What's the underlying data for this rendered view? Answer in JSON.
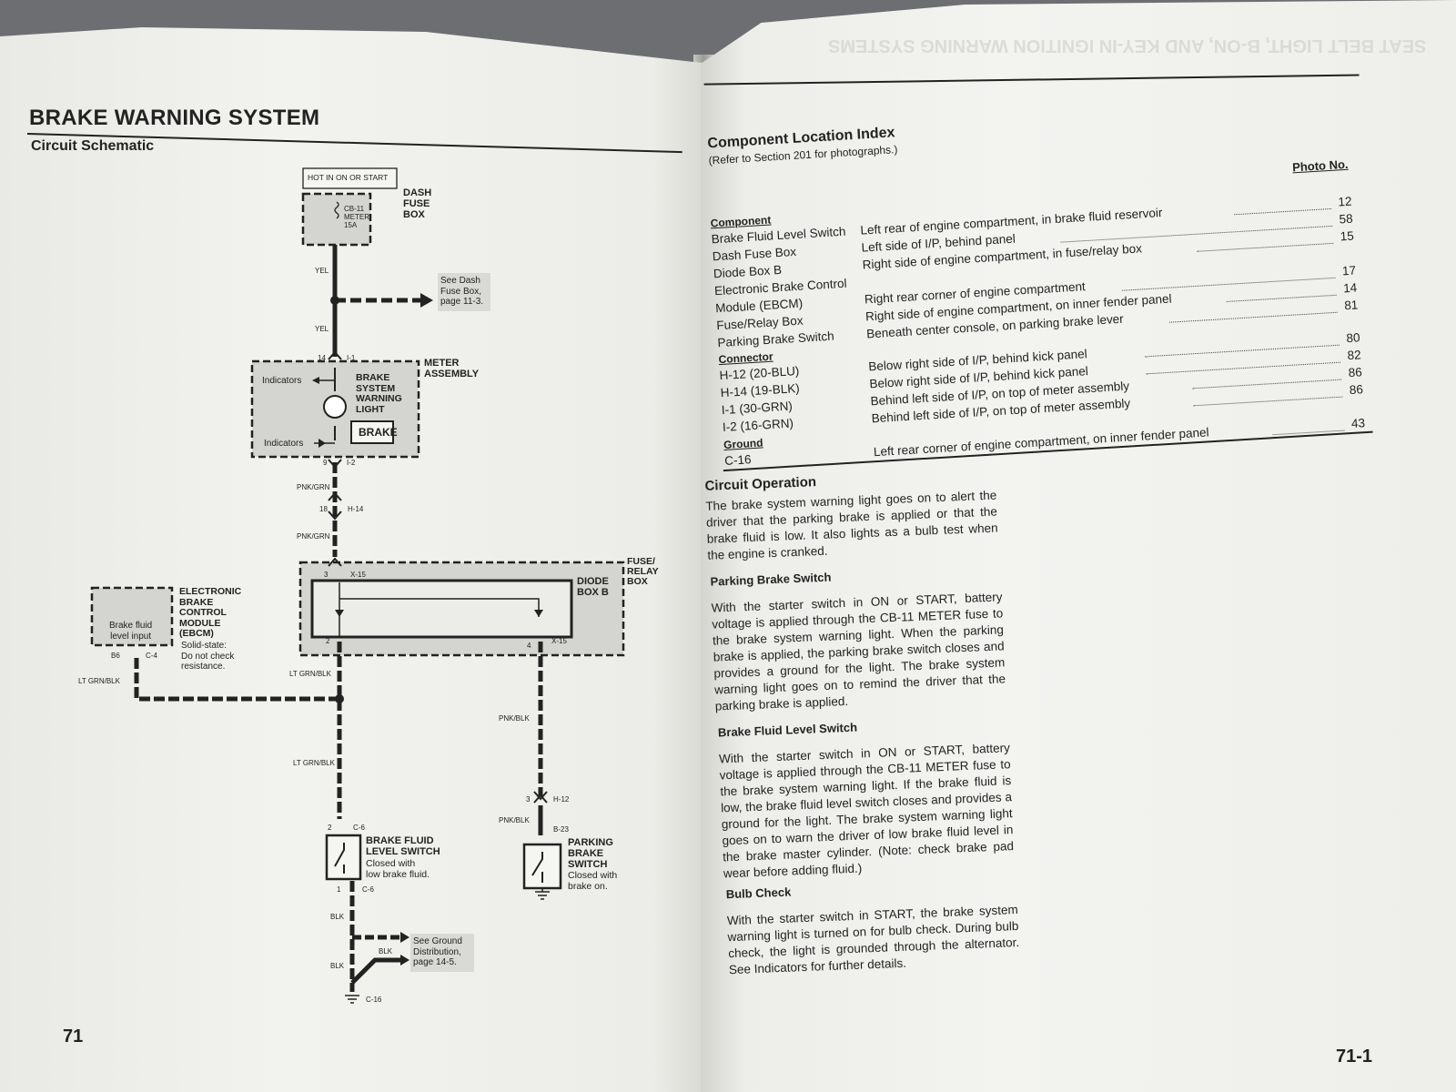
{
  "left": {
    "title": "BRAKE WARNING SYSTEM",
    "subtitle": "Circuit Schematic",
    "page_number": "71",
    "labels": {
      "hot": "HOT IN ON OR START",
      "fuse_name": "CB-11",
      "fuse_meter": "METER",
      "fuse_amp": "15A",
      "dash_fuse_box": "DASH\nFUSE\nBOX",
      "yel1": "YEL",
      "see_dash": "See Dash\nFuse Box,\npage 11-3.",
      "yel2": "YEL",
      "c14": "14",
      "ci1": "I-1",
      "meter_assembly": "METER\nASSEMBLY",
      "indicators_top": "Indicators",
      "brake_system_warning_light": "BRAKE\nSYSTEM\nWARNING\nLIGHT",
      "brake_badge": "BRAKE",
      "indicators_bottom": "Indicators",
      "c9": "9",
      "ci2": "I-2",
      "pnk_grn1": "PNK/GRN",
      "c18": "18",
      "ch14": "H-14",
      "pnk_grn2": "PNK/GRN",
      "fuse_relay_box": "FUSE/\nRELAY\nBOX",
      "c3a": "3",
      "cx15a": "X-15",
      "diode_box_b": "DIODE\nBOX B",
      "c2a": "2",
      "c4": "4",
      "cx15b": "X-15",
      "ebcm_title": "ELECTRONIC\nBRAKE\nCONTROL\nMODULE\n(EBCM)",
      "ebcm_note": "Solid-state:\nDo not check\nresistance.",
      "brake_fluid_level_input": "Brake fluid\nlevel input",
      "b6": "B6",
      "c_4": "C-4",
      "lt_grn_blk1": "LT GRN/BLK",
      "lt_grn_blk2": "LT GRN/BLK",
      "lt_grn_blk3": "LT GRN/BLK",
      "pnk_blk1": "PNK/BLK",
      "c3b": "3",
      "ch12": "H-12",
      "pnk_blk2": "PNK/BLK",
      "cb23": "B-23",
      "c2b": "2",
      "cc6a": "C-6",
      "bfls_title": "BRAKE FLUID\nLEVEL SWITCH",
      "bfls_note": "Closed with\nlow brake fluid.",
      "c1": "1",
      "cc6b": "C-6",
      "pbs_title": "PARKING\nBRAKE\nSWITCH",
      "pbs_note": "Closed with\nbrake on.",
      "blk1": "BLK",
      "blk2": "BLK",
      "blk3": "BLK",
      "see_ground": "See Ground\nDistribution,\npage 14-5.",
      "cc16": "C-16"
    }
  },
  "right": {
    "header_faint": "SEAT BELT LIGHT, B-ON, AND KEY-IN IGNITION WARNING SYSTEMS",
    "index_title": "Component Location Index",
    "index_note": "(Refer to Section 201 for photographs.)",
    "photo_header": "Photo No.",
    "component_header": "Component",
    "connector_header": "Connector",
    "ground_header": "Ground",
    "components": [
      {
        "name": "Brake Fluid Level Switch",
        "location": "Left rear of engine compartment, in brake fluid reservoir",
        "photo": "12"
      },
      {
        "name": "Dash Fuse Box",
        "location": "Left side of I/P, behind panel",
        "photo": "58"
      },
      {
        "name": "Diode Box B",
        "location": "Right side of engine compartment, in fuse/relay box",
        "photo": "15"
      },
      {
        "name": "Electronic Brake Control",
        "location": "",
        "photo": ""
      },
      {
        "name": "Module (EBCM)",
        "location": "Right rear corner of engine compartment",
        "photo": "17"
      },
      {
        "name": "Fuse/Relay Box",
        "location": "Right side of engine compartment, on inner fender panel",
        "photo": "14"
      },
      {
        "name": "Parking Brake Switch",
        "location": "Beneath center console, on parking brake lever",
        "photo": "81"
      }
    ],
    "connectors": [
      {
        "name": "H-12 (20-BLU)",
        "location": "Below right side of I/P, behind kick panel",
        "photo": "80"
      },
      {
        "name": "H-14 (19-BLK)",
        "location": "Below right side of I/P, behind kick panel",
        "photo": "82"
      },
      {
        "name": "I-1 (30-GRN)",
        "location": "Behind left side of I/P, on top of meter assembly",
        "photo": "86"
      },
      {
        "name": "I-2 (16-GRN)",
        "location": "Behind left side of I/P, on top of meter assembly",
        "photo": "86"
      }
    ],
    "grounds": [
      {
        "name": "C-16",
        "location": "Left rear corner of engine compartment, on inner fender panel",
        "photo": "43"
      }
    ],
    "circuit_operation_title": "Circuit Operation",
    "circuit_operation_text": "The brake system warning light goes on to alert the driver that the parking brake is applied or that the brake fluid is low. It also lights as a bulb test when the engine is cranked.",
    "parking_brake_title": "Parking Brake Switch",
    "parking_brake_text": "With the starter switch in ON or START, battery voltage is applied through the CB-11 METER fuse to the brake system warning light. When the parking brake is applied, the parking brake switch closes and provides a ground for the light. The brake system warning light goes on to remind the driver that the parking brake is applied.",
    "fluid_level_title": "Brake Fluid Level Switch",
    "fluid_level_text": "With the starter switch in ON or START, battery voltage is applied through the CB-11 METER fuse to the brake system warning light. If the brake fluid is low, the brake fluid level switch closes and provides a ground for the light. The brake system warning light goes on to warn the driver of low brake fluid level in the brake master cylinder. (Note: check brake pad wear before adding fluid.)",
    "bulb_check_title": "Bulb Check",
    "bulb_check_text": "With the starter switch in START, the brake system warning light is turned on for bulb check. During bulb check, the light is grounded through the alternator. See Indicators for further details.",
    "page_number": "71-1"
  },
  "colors": {
    "ink": "#222222",
    "paper": "#f0f0ec",
    "shade": "#d6d6d2",
    "background": "#6d6e72"
  }
}
